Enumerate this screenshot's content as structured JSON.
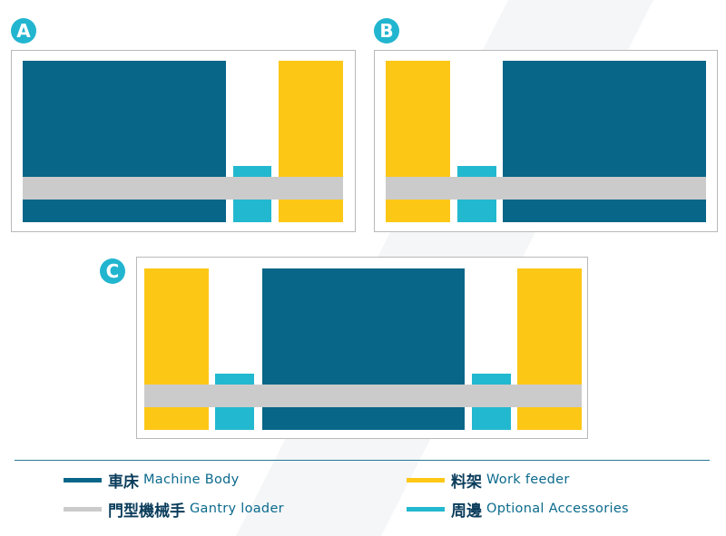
{
  "layouts": [
    {
      "label": "A"
    },
    {
      "label": "B"
    },
    {
      "label": "C"
    }
  ],
  "legend": [
    {
      "cn": "車床",
      "en": "Machine Body",
      "color": "#086688"
    },
    {
      "cn": "料架",
      "en": "Work feeder",
      "color": "#fdc716"
    },
    {
      "cn": "門型機械手",
      "en": "Gantry loader",
      "color": "#cbcbcb"
    },
    {
      "cn": "周邊",
      "en": "Optional Accessories",
      "color": "#22b8cf"
    }
  ]
}
